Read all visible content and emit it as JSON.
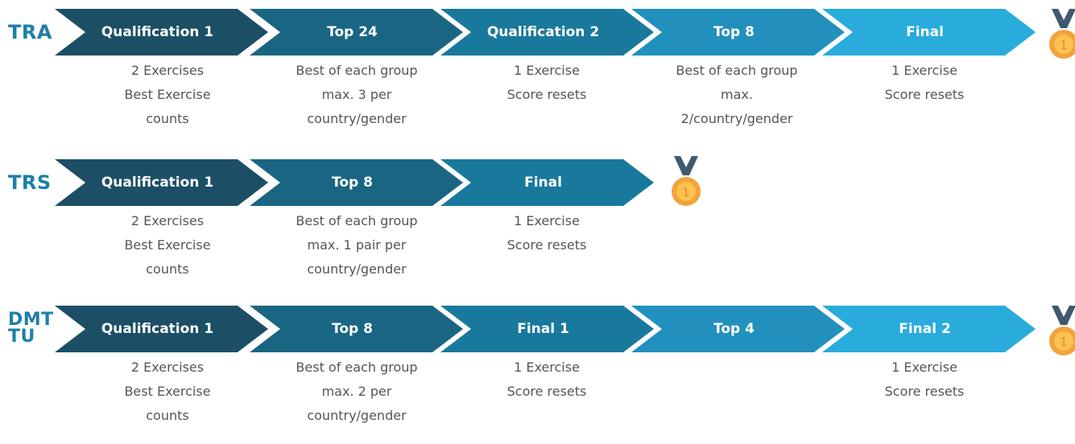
{
  "colors": {
    "stage1": "#1c4f66",
    "stage2": "#1a6682",
    "stage3": "#19799c",
    "stage4": "#2290bd",
    "stage5": "#29acdc",
    "label": "#1d7fa8",
    "text": "#555555",
    "medal_gold": "#f3a33a",
    "medal_ribbon": "#3f5a6e"
  },
  "rows": [
    {
      "label": "TRA",
      "stages": [
        {
          "title": "Qualification 1",
          "desc": [
            "2 Exercises",
            "Best Exercise",
            "counts"
          ]
        },
        {
          "title": "Top 24",
          "desc": [
            "Best of each group",
            "max. 3 per",
            "country/gender"
          ]
        },
        {
          "title": "Qualification 2",
          "desc": [
            "1 Exercise",
            "Score resets"
          ]
        },
        {
          "title": "Top 8",
          "desc": [
            "Best of each group",
            "max.",
            "2/country/gender"
          ]
        },
        {
          "title": "Final",
          "desc": [
            "1 Exercise",
            "Score resets"
          ]
        }
      ],
      "medal": {
        "icon": "gold-medal-icon",
        "number": "1"
      }
    },
    {
      "label": "TRS",
      "stages": [
        {
          "title": "Qualification 1",
          "desc": [
            "2 Exercises",
            "Best Exercise",
            "counts"
          ]
        },
        {
          "title": "Top 8",
          "desc": [
            "Best of each group",
            "max. 1 pair per",
            "country/gender"
          ]
        },
        {
          "title": "Final",
          "desc": [
            "1 Exercise",
            "Score resets"
          ]
        }
      ],
      "medal": {
        "icon": "gold-medal-icon",
        "number": "1"
      }
    },
    {
      "label_lines": [
        "DMT",
        "TU"
      ],
      "stages": [
        {
          "title": "Qualification 1",
          "desc": [
            "2 Exercises",
            "Best Exercise",
            "counts"
          ]
        },
        {
          "title": "Top 8",
          "desc": [
            "Best of each group",
            "max. 2 per",
            "country/gender"
          ]
        },
        {
          "title": "Final 1",
          "desc": [
            "1 Exercise",
            "Score resets"
          ]
        },
        {
          "title": "Top 4",
          "desc": []
        },
        {
          "title": "Final 2",
          "desc": [
            "1 Exercise",
            "Score resets"
          ]
        }
      ],
      "medal": {
        "icon": "gold-medal-icon",
        "number": "1"
      }
    }
  ]
}
